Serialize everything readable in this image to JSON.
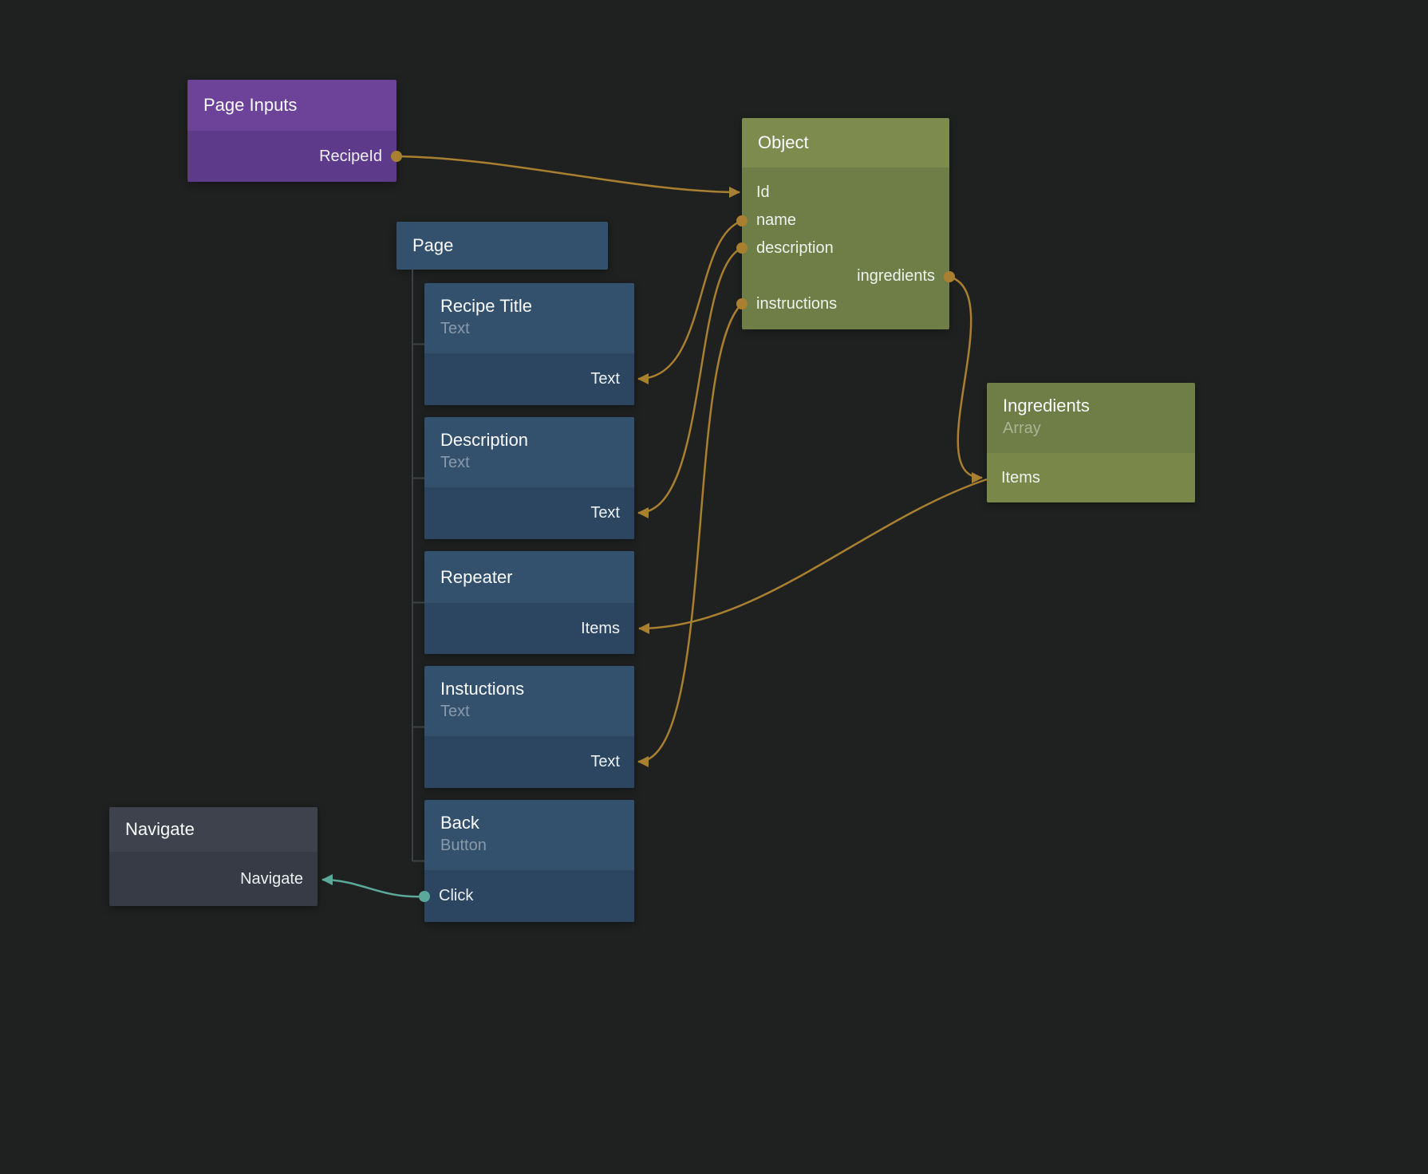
{
  "colors": {
    "background": "#1f2121",
    "purple_header": "#6c4399",
    "purple_body": "#5e3a8a",
    "blue_header": "#33506d",
    "blue_body": "#2c4662",
    "green_header": "#7d8b4f",
    "green_body": "#6f7d46",
    "gray_header": "#3d424c",
    "gray_body": "#363b45",
    "wire_orange": "#a97f30",
    "wire_teal": "#5ba99b"
  },
  "nodes": {
    "page_inputs": {
      "title": "Page Inputs",
      "port": "RecipeId"
    },
    "page": {
      "title": "Page"
    },
    "recipe_title": {
      "title": "Recipe Title",
      "subtitle": "Text",
      "port": "Text"
    },
    "description": {
      "title": "Description",
      "subtitle": "Text",
      "port": "Text"
    },
    "repeater": {
      "title": "Repeater",
      "port": "Items"
    },
    "instuctions": {
      "title": "Instuctions",
      "subtitle": "Text",
      "port": "Text"
    },
    "back": {
      "title": "Back",
      "subtitle": "Button",
      "port": "Click"
    },
    "object": {
      "title": "Object",
      "rows": [
        "Id",
        "name",
        "description",
        "ingredients",
        "instructions"
      ]
    },
    "ingredients": {
      "title": "Ingredients",
      "subtitle": "Array",
      "port": "Items"
    },
    "navigate": {
      "title": "Navigate",
      "port": "Navigate"
    }
  },
  "connections": [
    {
      "from": "Page Inputs.RecipeId",
      "to": "Object.Id",
      "color": "#a97f30"
    },
    {
      "from": "Object.name",
      "to": "Recipe Title.Text",
      "color": "#a97f30"
    },
    {
      "from": "Object.description",
      "to": "Description.Text",
      "color": "#a97f30"
    },
    {
      "from": "Object.instructions",
      "to": "Instuctions.Text",
      "color": "#a97f30"
    },
    {
      "from": "Object.ingredients",
      "to": "Ingredients.Items",
      "color": "#a97f30"
    },
    {
      "from": "Ingredients.Items",
      "to": "Repeater.Items",
      "color": "#a97f30"
    },
    {
      "from": "Back.Click",
      "to": "Navigate.Navigate",
      "color": "#5ba99b"
    }
  ]
}
